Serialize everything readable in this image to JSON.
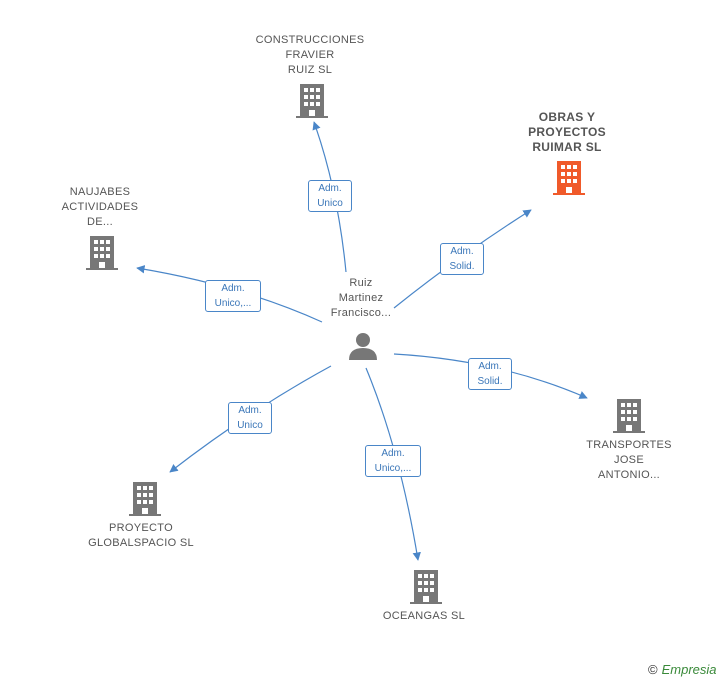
{
  "colors": {
    "edge": "#4a86c8",
    "building": "#777777",
    "highlight": "#f05a2a"
  },
  "center": {
    "label": "Ruiz\nMartinez\nFrancisco..."
  },
  "nodes": [
    {
      "id": "construcciones",
      "label": "CONSTRUCCIONES\nFRAVIER\nRUIZ  SL",
      "highlight": false
    },
    {
      "id": "obras",
      "label": "OBRAS Y\nPROYECTOS\nRUIMAR  SL",
      "highlight": true
    },
    {
      "id": "naujabes",
      "label": "NAUJABES\nACTIVIDADES\nDE...",
      "highlight": false
    },
    {
      "id": "transportes",
      "label": "TRANSPORTES\nJOSE\nANTONIO...",
      "highlight": false
    },
    {
      "id": "proyecto",
      "label": "PROYECTO\nGLOBALSPACIO SL",
      "highlight": false
    },
    {
      "id": "oceangas",
      "label": "OCEANGAS  SL",
      "highlight": false
    }
  ],
  "edges": [
    {
      "to": "construcciones",
      "label": "Adm.\nUnico"
    },
    {
      "to": "obras",
      "label": "Adm.\nSolid."
    },
    {
      "to": "naujabes",
      "label": "Adm.\nUnico,..."
    },
    {
      "to": "transportes",
      "label": "Adm.\nSolid."
    },
    {
      "to": "proyecto",
      "label": "Adm.\nUnico"
    },
    {
      "to": "oceangas",
      "label": "Adm.\nUnico,..."
    }
  ],
  "brand": {
    "copyright": "©",
    "name": "Empresia"
  }
}
